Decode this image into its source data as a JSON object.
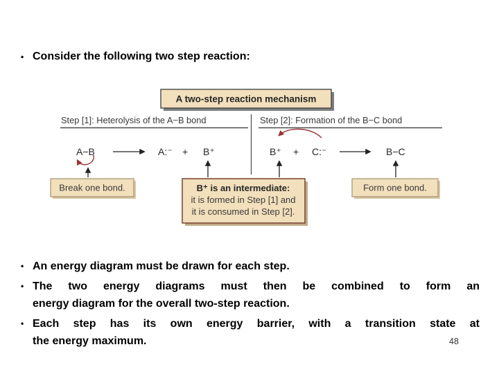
{
  "slide": {
    "bullet_glyph": "•",
    "title_bullet": "Consider the following two step reaction:",
    "page_number": "48"
  },
  "diagram": {
    "title": "A two-step reaction mechanism",
    "step1_label": "Step [1]: Heterolysis of the A−B bond",
    "step2_label": "Step [2]: Formation of the B−C bond",
    "eq1": {
      "reactant": "A−B",
      "product1": "A:⁻",
      "plus": "+",
      "product2": "B⁺"
    },
    "eq2": {
      "reactant1": "B⁺",
      "plus": "+",
      "reactant2": "C:⁻",
      "product": "B−C"
    },
    "break_box_label": "Break one bond.",
    "form_box_label": "Form one bond.",
    "intermediate_box": {
      "line1": "B⁺ is an intermediate:",
      "line2": "it is formed in Step [1] and",
      "line3": "it is consumed in Step [2]."
    },
    "colors": {
      "box_fill": "#f2dfbc",
      "accent_red": "#9a3332",
      "line_dark": "#4a4a4a"
    }
  },
  "bullets": {
    "b1": {
      "line1": "An energy diagram must be drawn for each step."
    },
    "b2": {
      "line1": "The two energy diagrams must then be combined to form an",
      "line2": "energy diagram for the overall two-step reaction."
    },
    "b3": {
      "line1": "Each step has its own energy barrier, with a transition state at",
      "line2": "the energy maximum."
    }
  }
}
